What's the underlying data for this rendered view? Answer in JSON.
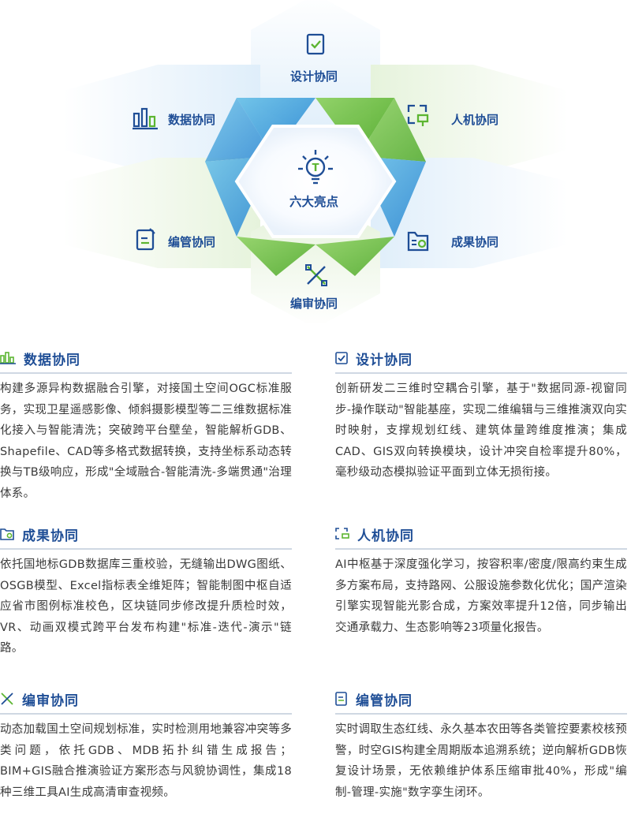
{
  "hero": {
    "center_label": "六大亮点",
    "top_label": "设计协同",
    "top_left_label": "数据协同",
    "top_right_label": "人机协同",
    "bottom_left_label": "编管协同",
    "bottom_right_label": "成果协同",
    "bottom_label": "编审协同",
    "colors": {
      "blue": "#1f4e96",
      "green": "#5cb531",
      "pale_blue": "#eaf3fb",
      "pale_green": "#edf6e6"
    }
  },
  "sections": {
    "data": {
      "title": "数据协同",
      "icon": "bar-chart-icon",
      "text": "构建多源异构数据融合引擎，对接国土空间OGC标准服务，实现卫星遥感影像、倾斜摄影模型等二三维数据标准化接入与智能清洗；突破跨平台壁垒，智能解析GDB、Shapefile、CAD等多格式数据转换，支持坐标系动态转换与TB级响应，形成\"全域融合-智能清洗-多端贯通\"治理体系。"
    },
    "design": {
      "title": "设计协同",
      "icon": "checkbox-icon",
      "text": "创新研发二三维时空耦合引擎，基于\"数据同源-视窗同步-操作联动\"智能基座，实现二维编辑与三维推演双向实时映射，支撑规划红线、建筑体量跨维度推演；集成CAD、GIS双向转换模块，设计冲突自检率提升80%，毫秒级动态模拟验证平面到立体无损衔接。"
    },
    "result": {
      "title": "成果协同",
      "icon": "folder-gear-icon",
      "text": "依托国地标GDB数据库三重校验，无缝输出DWG图纸、OSGB模型、Excel指标表全维矩阵；智能制图中枢自适应省市图例标准校色，区块链同步修改提升质检时效，VR、动画双模式跨平台发布构建\"标准-迭代-演示\"链路。"
    },
    "human": {
      "title": "人机协同",
      "icon": "human-machine-icon",
      "text": "AI中枢基于深度强化学习，按容积率/密度/限高约束生成多方案布局，支持路网、公服设施参数化优化；国产渲染引擎实现智能光影合成，方案效率提升12倍，同步输出交通承载力、生态影响等23项量化报告。"
    },
    "review": {
      "title": "编审协同",
      "icon": "ruler-pencil-icon",
      "text": "动态加载国土空间规划标准，实时检测用地兼容冲突等多类问题，依托GDB、MDB拓扑纠错生成报告；BIM+GIS融合推演验证方案形态与风貌协调性，集成18种三维工具AI生成高清审查视频。"
    },
    "manage": {
      "title": "编管协同",
      "icon": "document-edit-icon",
      "text": "实时调取生态红线、永久基本农田等各类管控要素校核预警，时空GIS构建全周期版本追溯系统；逆向解析GDB恢复设计场景，无依赖维护体系压缩审批40%，形成\"编制-管理-实施\"数字孪生闭环。"
    }
  }
}
